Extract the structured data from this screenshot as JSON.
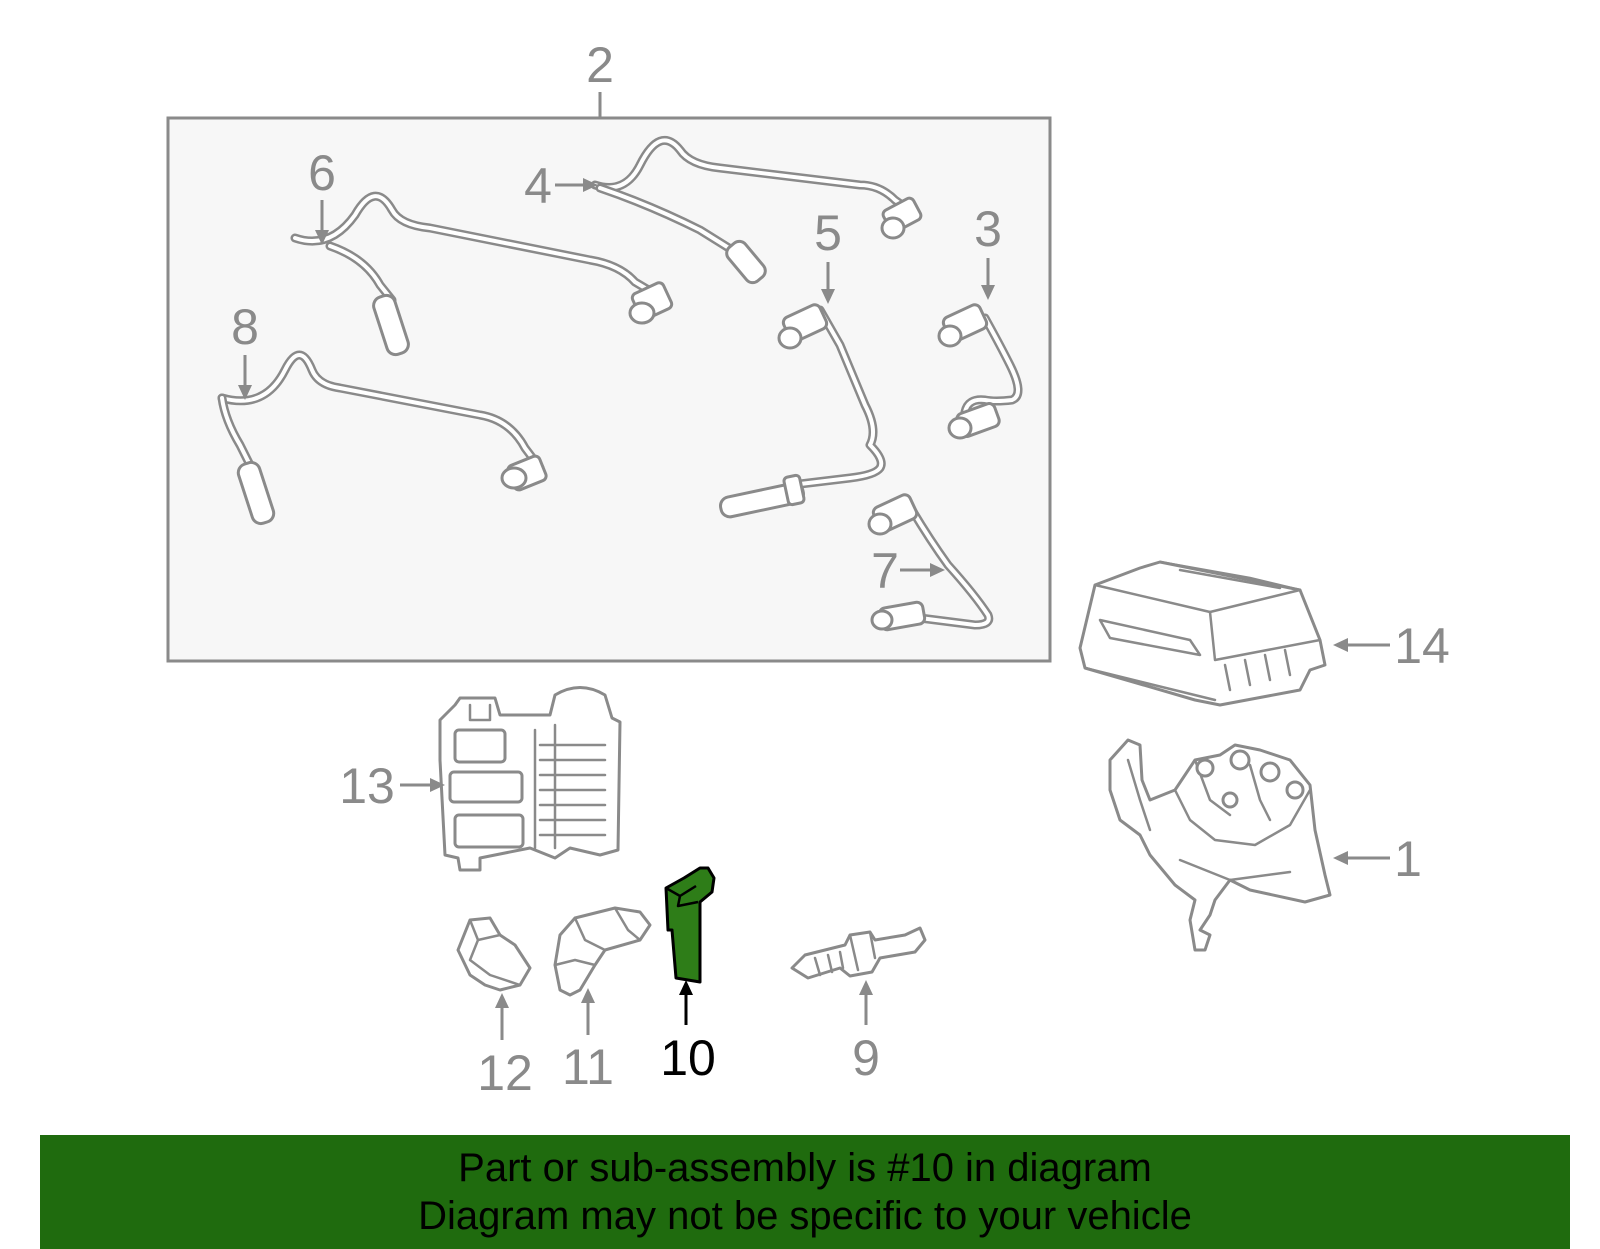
{
  "diagram": {
    "highlight_part": "10",
    "colors": {
      "highlight_fill": "#2e7d18",
      "banner_background": "#1f6b0e",
      "line_gray": "#8a8a8a",
      "group_box_fill": "#f7f7f7"
    },
    "callouts": [
      {
        "id": "c1",
        "label": "1"
      },
      {
        "id": "c2",
        "label": "2"
      },
      {
        "id": "c3",
        "label": "3"
      },
      {
        "id": "c4",
        "label": "4"
      },
      {
        "id": "c5",
        "label": "5"
      },
      {
        "id": "c6",
        "label": "6"
      },
      {
        "id": "c7",
        "label": "7"
      },
      {
        "id": "c8",
        "label": "8"
      },
      {
        "id": "c9",
        "label": "9"
      },
      {
        "id": "c10",
        "label": "10"
      },
      {
        "id": "c11",
        "label": "11"
      },
      {
        "id": "c12",
        "label": "12"
      },
      {
        "id": "c13",
        "label": "13"
      },
      {
        "id": "c14",
        "label": "14"
      }
    ]
  },
  "banner": {
    "line1": "Part or sub-assembly is #10 in diagram",
    "line2": "Diagram may not be specific to your vehicle"
  }
}
